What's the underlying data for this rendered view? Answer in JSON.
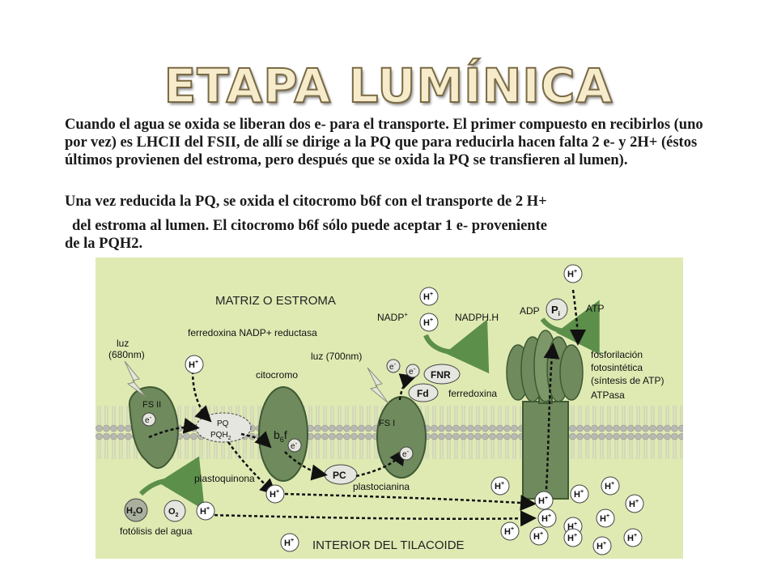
{
  "title": "ETAPA LUMÍNICA",
  "paragraph1": "Cuando el agua se oxida se liberan dos e- para el transporte. El primer compuesto en recibirlos (uno por vez) es LHCII del FSII, de allí se dirige a la PQ que para reducirla hacen falta 2 e- y 2H+ (éstos últimos provienen del estroma, pero después que se oxida la PQ se transfieren al lumen).",
  "paragraph2": "Una vez reducida la PQ, se oxida el citocromo b6f con el transporte de 2 H+",
  "paragraph3a": "del estroma al lumen. El citocromo b6f sólo puede aceptar 1 e-  proveniente",
  "paragraph3b": "de la PQH2.",
  "diagram": {
    "matrix_label": "MATRIZ O ESTROMA",
    "interior_label": "INTERIOR DEL TILACOIDE",
    "ferredoxina_nadp": "ferredoxina NADP+ reductasa",
    "luz_680": "luz",
    "luz_680_nm": "(680nm)",
    "luz_700": "luz (700nm)",
    "citocromo": "citocromo",
    "fs2": "FS II",
    "fs1": "FS I",
    "pq": "PQ",
    "pqh2": "PQH",
    "pqh2_sub": "2",
    "b6f": "b",
    "b6f_sub": "6",
    "b6f_end": "f",
    "plastoquinona": "plastoquinona",
    "pc": "PC",
    "plastocianina": "plastocianina",
    "fnr": "FNR",
    "fd": "Fd",
    "ferredoxina": "ferredoxina",
    "nadp": "NADP",
    "nadp_sup": "+",
    "nadph": "NADPH.H",
    "adp": "ADP",
    "pi": "P",
    "pi_sub": "i",
    "atp": "ATP",
    "fosforilacion": [
      "fosforilación",
      "fotosintética",
      "(síntesis de ATP)"
    ],
    "atpasa": "ATPasa",
    "h2o": "H",
    "h2o_sub": "2",
    "h2o_end": "O",
    "o2": "O",
    "o2_sub": "2",
    "fotolisis": "fotólisis del agua",
    "hplus": "H",
    "hplus_sup": "+",
    "eminus": "e",
    "eminus_sup": "-",
    "colors": {
      "background": "#dfeab3",
      "membrane_head": "#b7b7b0",
      "protein": "#6f8a5c",
      "protein_dark": "#3f5a33",
      "arrow_green": "#5c8f4a"
    }
  }
}
